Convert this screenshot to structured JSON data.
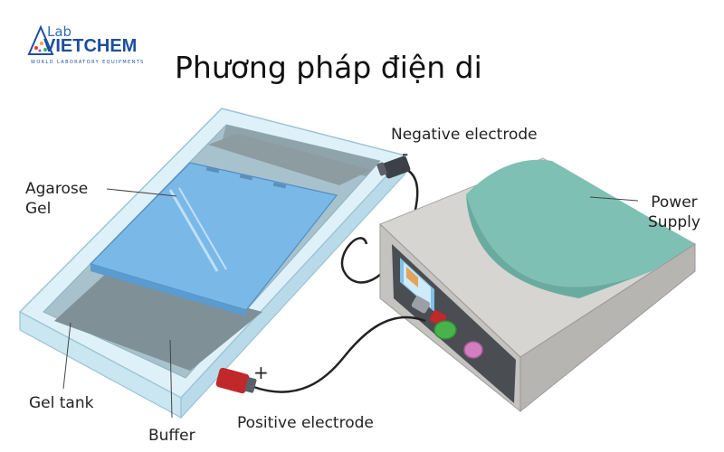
{
  "logo": {
    "lab": "Lab",
    "brand": "VIETCHEM",
    "tagline": "WORLD LABORATORY EQUIPMENTS"
  },
  "title": "Phương pháp điện di",
  "labels": {
    "agarose_gel": "Agarose\nGel",
    "gel_tank": "Gel tank",
    "buffer": "Buffer",
    "negative_electrode": "Negative electrode",
    "positive_electrode": "Positive electrode",
    "power_supply": "Power\nSupply",
    "minus_sign": "-",
    "plus_sign": "+"
  },
  "colors": {
    "tank_frame": "#d8eef6",
    "tank_edge": "#a9ccdc",
    "gel": "#7ab8e8",
    "buffer": "#8a9aa0",
    "power_supply_body": "#d6d5d2",
    "power_supply_panel": "#5fa89a",
    "negative_connector": "#3c4048",
    "positive_connector": "#c0282a",
    "green_knob": "#48b24c",
    "pink_knob": "#d27fbf"
  }
}
